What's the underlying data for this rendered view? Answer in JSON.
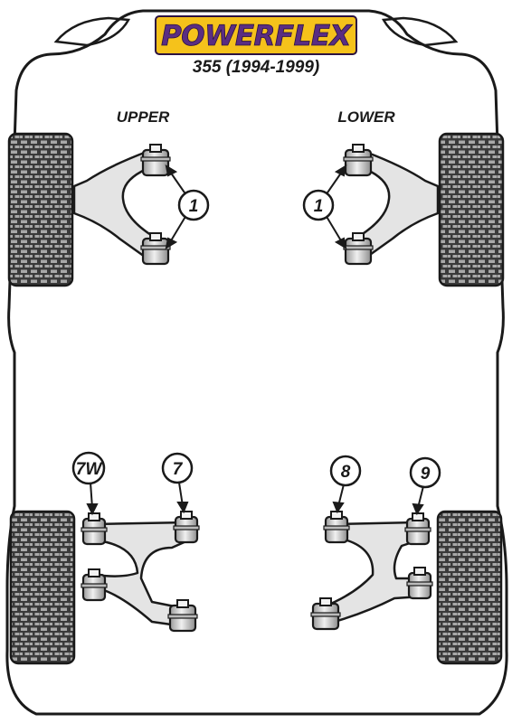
{
  "brand": {
    "name": "POWERFLEX",
    "subtitle": "355 (1994-1999)",
    "colors": {
      "badge": "#f5c21b",
      "text": "#5a2d82",
      "outline": "#2b1240"
    }
  },
  "front": {
    "upper_label": "UPPER",
    "lower_label": "LOWER"
  },
  "callouts": {
    "front_upper": "1",
    "front_lower": "1",
    "rear_left_outer": "7W",
    "rear_left_inner": "7",
    "rear_right_inner": "8",
    "rear_right_outer": "9"
  },
  "colors": {
    "tyre": "#3a3a3a",
    "tread_block": "#a8a8a8",
    "arm_fill": "#e4e4e4",
    "bush_fill": "#cfcfcf",
    "outline": "#1a1a1a"
  }
}
